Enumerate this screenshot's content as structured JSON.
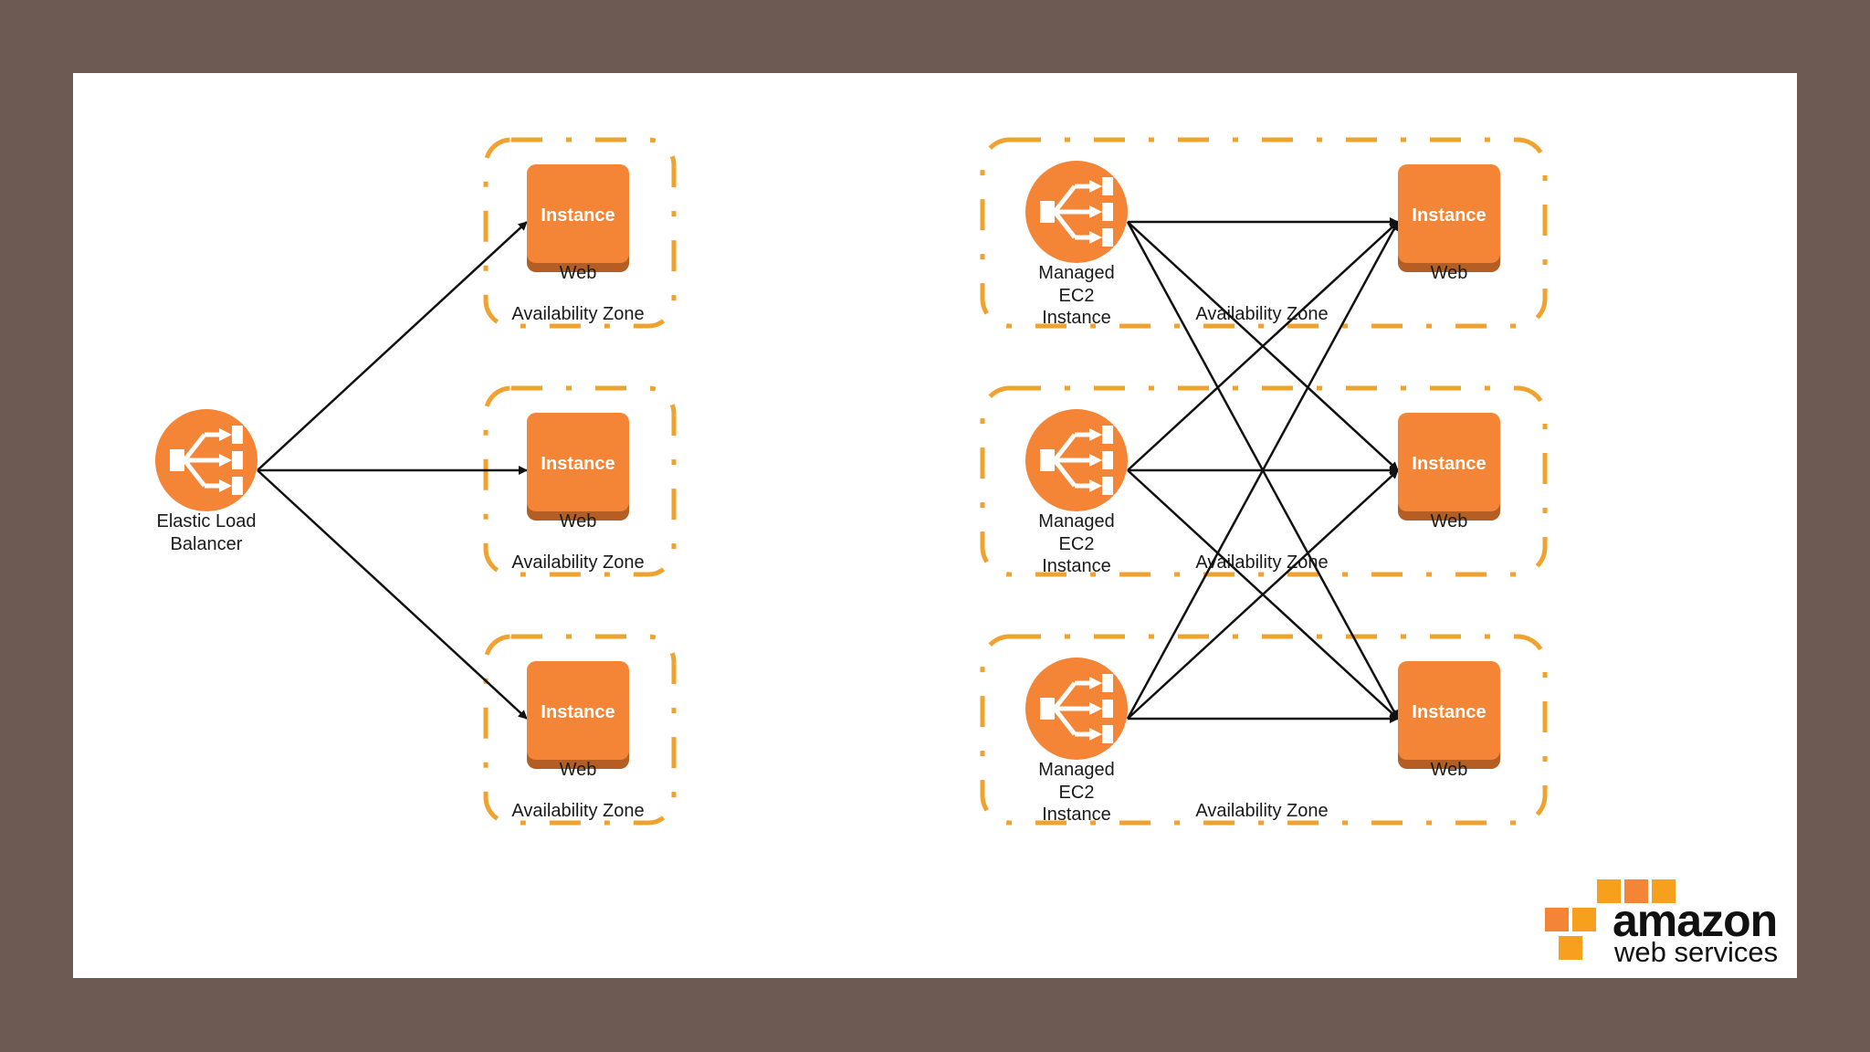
{
  "colors": {
    "orange": "#F58536",
    "orange_dark": "#B55E24",
    "zone_border": "#F0A22E",
    "frame": "#6D5A53",
    "arrow": "#111111"
  },
  "left_diagram": {
    "load_balancer": {
      "label_line1": "Elastic Load",
      "label_line2": "Balancer",
      "icon": "load-balancer-icon"
    },
    "zones": [
      {
        "zone_label": "Availability Zone",
        "instance_text": "Instance",
        "role": "Web"
      },
      {
        "zone_label": "Availability Zone",
        "instance_text": "Instance",
        "role": "Web"
      },
      {
        "zone_label": "Availability Zone",
        "instance_text": "Instance",
        "role": "Web"
      }
    ]
  },
  "right_diagram": {
    "zones": [
      {
        "zone_label": "Availability Zone",
        "node_line1": "Managed",
        "node_line2": "EC2",
        "node_line3": "Instance",
        "instance_text": "Instance",
        "role": "Web"
      },
      {
        "zone_label": "Availability Zone",
        "node_line1": "Managed",
        "node_line2": "EC2",
        "node_line3": "Instance",
        "instance_text": "Instance",
        "role": "Web"
      },
      {
        "zone_label": "Availability Zone",
        "node_line1": "Managed",
        "node_line2": "EC2",
        "node_line3": "Instance",
        "instance_text": "Instance",
        "role": "Web"
      }
    ]
  },
  "logo": {
    "line1": "amazon",
    "line2": "web services",
    "icon": "aws-cubes-icon"
  }
}
